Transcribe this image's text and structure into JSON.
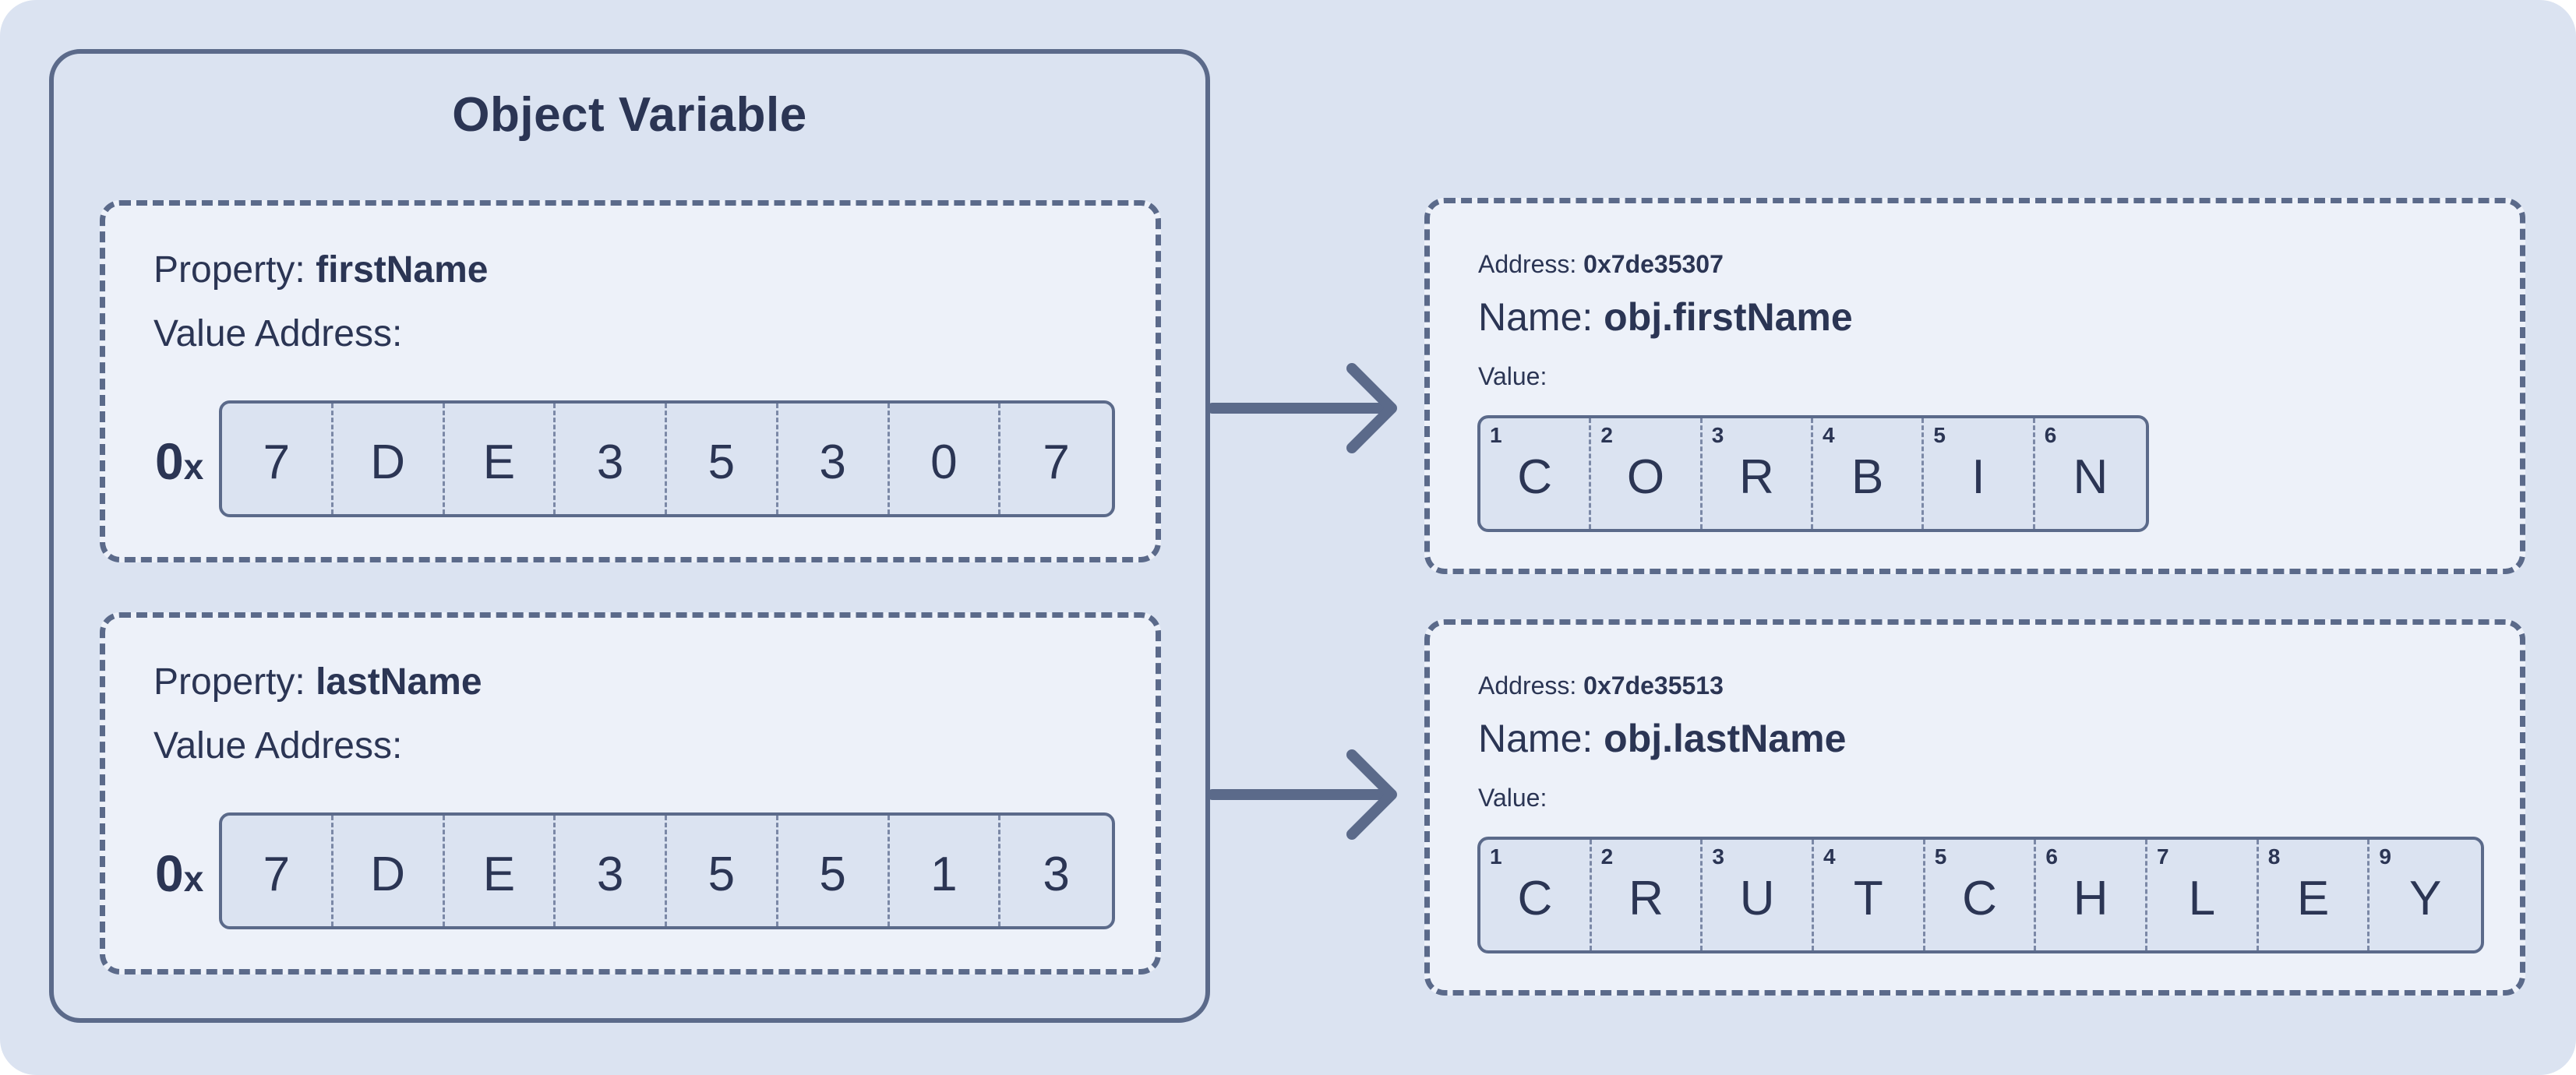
{
  "object": {
    "title": "Object Variable",
    "properties": [
      {
        "property_label": "Property: ",
        "property_name": "firstName",
        "value_address_label": "Value Address:",
        "hex_prefix_main": "0",
        "hex_prefix_x": "x",
        "digits": [
          "7",
          "D",
          "E",
          "3",
          "5",
          "3",
          "0",
          "7"
        ]
      },
      {
        "property_label": "Property: ",
        "property_name": "lastName",
        "value_address_label": "Value Address:",
        "hex_prefix_main": "0",
        "hex_prefix_x": "x",
        "digits": [
          "7",
          "D",
          "E",
          "3",
          "5",
          "5",
          "1",
          "3"
        ]
      }
    ]
  },
  "memory": [
    {
      "address_label": "Address: ",
      "address": "0x7de35307",
      "name_label": "Name: ",
      "name": "obj.firstName",
      "value_label": "Value:",
      "indices": [
        "1",
        "2",
        "3",
        "4",
        "5",
        "6"
      ],
      "chars": [
        "C",
        "O",
        "R",
        "B",
        "I",
        "N"
      ]
    },
    {
      "address_label": "Address: ",
      "address": "0x7de35513",
      "name_label": "Name: ",
      "name": "obj.lastName",
      "value_label": "Value:",
      "indices": [
        "1",
        "2",
        "3",
        "4",
        "5",
        "6",
        "7",
        "8",
        "9"
      ],
      "chars": [
        "C",
        "R",
        "U",
        "T",
        "C",
        "H",
        "L",
        "E",
        "Y"
      ]
    }
  ],
  "colors": {
    "background": "#dbe3f1",
    "panel": "#edf1f9",
    "stroke": "#5b6a8a",
    "text": "#2b3554"
  },
  "icons": [
    "arrow-right-icon",
    "arrow-right-icon"
  ]
}
